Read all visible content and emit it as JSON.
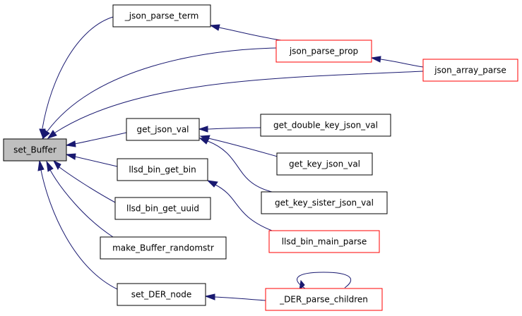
{
  "graph": {
    "colors": {
      "edge": "#191970",
      "focus_fill": "#bfbfbf",
      "node_fill": "#ffffff",
      "node_border": "#000000",
      "truncated_border": "#ff0000"
    },
    "nodes": [
      {
        "id": "set_Buffer",
        "label": "set_Buffer",
        "style": "focus"
      },
      {
        "id": "_json_parse_term",
        "label": "_json_parse_term",
        "style": "normal"
      },
      {
        "id": "json_parse_prop",
        "label": "json_parse_prop",
        "style": "truncated"
      },
      {
        "id": "json_array_parse",
        "label": "json_array_parse",
        "style": "truncated"
      },
      {
        "id": "get_json_val",
        "label": "get_json_val",
        "style": "normal"
      },
      {
        "id": "get_double_key_json_val",
        "label": "get_double_key_json_val",
        "style": "normal"
      },
      {
        "id": "get_key_json_val",
        "label": "get_key_json_val",
        "style": "normal"
      },
      {
        "id": "get_key_sister_json_val",
        "label": "get_key_sister_json_val",
        "style": "normal"
      },
      {
        "id": "llsd_bin_get_bin",
        "label": "llsd_bin_get_bin",
        "style": "normal"
      },
      {
        "id": "llsd_bin_main_parse",
        "label": "llsd_bin_main_parse",
        "style": "truncated"
      },
      {
        "id": "llsd_bin_get_uuid",
        "label": "llsd_bin_get_uuid",
        "style": "normal"
      },
      {
        "id": "make_Buffer_randomstr",
        "label": "make_Buffer_randomstr",
        "style": "normal"
      },
      {
        "id": "set_DER_node",
        "label": "set_DER_node",
        "style": "normal"
      },
      {
        "id": "_DER_parse_children",
        "label": "_DER_parse_children",
        "style": "truncated"
      }
    ],
    "edges": [
      {
        "from": "_json_parse_term",
        "to": "set_Buffer"
      },
      {
        "from": "json_parse_prop",
        "to": "set_Buffer"
      },
      {
        "from": "json_array_parse",
        "to": "set_Buffer"
      },
      {
        "from": "get_json_val",
        "to": "set_Buffer"
      },
      {
        "from": "llsd_bin_get_bin",
        "to": "set_Buffer"
      },
      {
        "from": "llsd_bin_get_uuid",
        "to": "set_Buffer"
      },
      {
        "from": "make_Buffer_randomstr",
        "to": "set_Buffer"
      },
      {
        "from": "set_DER_node",
        "to": "set_Buffer"
      },
      {
        "from": "json_parse_prop",
        "to": "_json_parse_term"
      },
      {
        "from": "json_array_parse",
        "to": "json_parse_prop"
      },
      {
        "from": "get_double_key_json_val",
        "to": "get_json_val"
      },
      {
        "from": "get_key_json_val",
        "to": "get_json_val"
      },
      {
        "from": "get_key_sister_json_val",
        "to": "get_json_val"
      },
      {
        "from": "llsd_bin_main_parse",
        "to": "llsd_bin_get_bin"
      },
      {
        "from": "_DER_parse_children",
        "to": "set_DER_node"
      },
      {
        "from": "_DER_parse_children",
        "to": "_DER_parse_children"
      }
    ]
  }
}
